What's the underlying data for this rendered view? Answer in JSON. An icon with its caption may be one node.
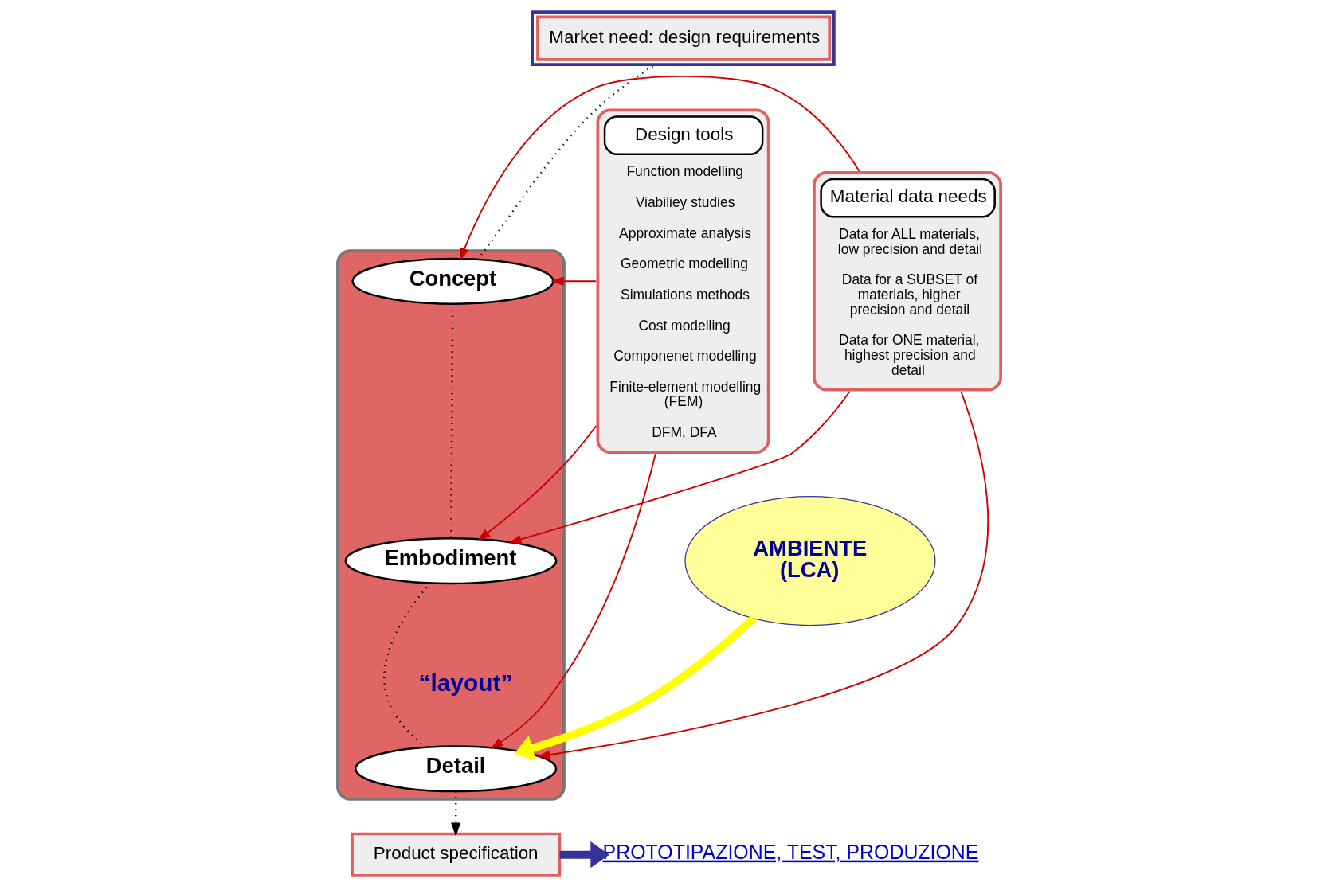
{
  "diagram": {
    "nodes": [
      {
        "text": [
          "Market need: design requirements"
        ]
      },
      {
        "text": [
          "Design tools",
          "Function modelling",
          "Viabiliey studies",
          "Approximate analysis",
          "Geometric modelling",
          "Simulations methods",
          "Cost modelling",
          "Componenet modelling",
          "Finite-element modelling (FEM)",
          "DFM, DFA"
        ]
      },
      {
        "text": [],
        "shape": "box"
      },
      {
        "text": [
          "Concept"
        ],
        "in": 2
      },
      {
        "text": [
          "Embodiment"
        ],
        "in": 2
      },
      {
        "text": [
          "Detail"
        ],
        "in": 2
      },
      {
        "text": [
          "Material data needs",
          "Data for ALL materials, low precision and detail",
          "Data for a SUBSET of materials, higher precision and detail",
          "Data for ONE material, highest precision and detail"
        ]
      },
      {
        "text": [
          "Product specification"
        ]
      },
      {
        "text": [
          "PROTOTIPAZIONE, TEST, PRODUZIONE"
        ]
      },
      {
        "text": [
          "AMBIENTE (LCA)"
        ]
      }
    ],
    "edges": [
      {
        "from": 0,
        "to": 3,
        "arrow": "none",
        "style": "dashed",
        "color": "#000000"
      },
      {
        "from": 3,
        "to": 4,
        "arrow": "none",
        "style": "dashed",
        "color": "#000000"
      },
      {
        "from": 4,
        "to": 5,
        "arrow": "none",
        "style": "dashed",
        "color": "#000000"
      },
      {
        "from": 5,
        "to": 7,
        "arrow": "to",
        "style": "dashed",
        "color": "#000000"
      },
      {
        "from": 1,
        "to": 3,
        "arrow": "to"
      },
      {
        "from": 1,
        "to": 4,
        "arrow": "to"
      },
      {
        "from": 1,
        "to": 5,
        "arrow": "to"
      },
      {
        "from": 6,
        "to": 3,
        "arrow": "to"
      },
      {
        "from": 6,
        "to": 4,
        "arrow": "to"
      },
      {
        "from": 6,
        "to": 5,
        "arrow": "to"
      },
      {
        "from": 7,
        "to": 8,
        "arrow": "to",
        "style": "thick",
        "color": "#333399"
      },
      {
        "from": 9,
        "to": 5,
        "arrow": "to",
        "style": "thick",
        "color": "#ffff00"
      }
    ],
    "labels": [
      "“layout”"
    ]
  }
}
